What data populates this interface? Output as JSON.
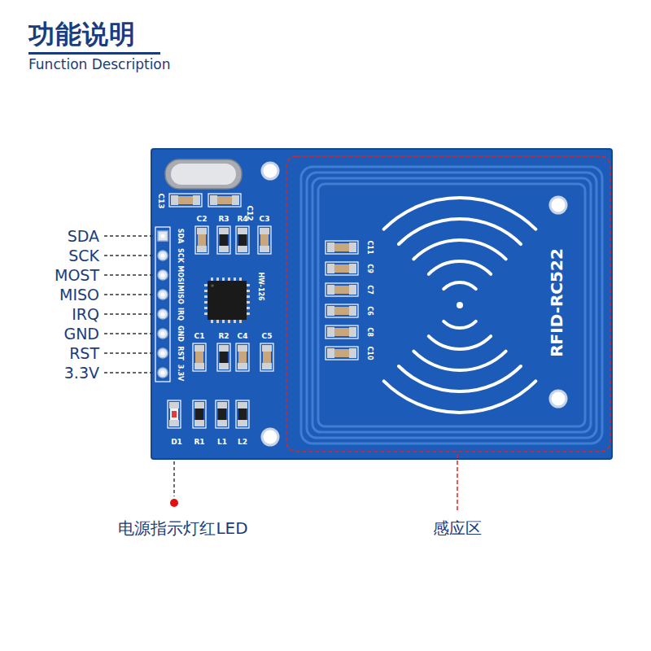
{
  "diagram": {
    "title": "功能说明",
    "labels": [
      "Function Description",
      "SDA",
      "SCK",
      "MOST",
      "MISO",
      "IRQ",
      "GND",
      "RST",
      "3.3V",
      "C13",
      "C12",
      "C2",
      "R3",
      "R4",
      "C3",
      "SDA",
      "SCK",
      "MOSI",
      "MISO",
      "IRQ",
      "GND",
      "RST",
      "3.3V",
      "HW-126",
      "C1",
      "R2",
      "C4",
      "C5",
      "D1",
      "R1",
      "L1",
      "L2",
      "C11",
      "C9",
      "C7",
      "C6",
      "C8",
      "C10",
      "RFID-RC522",
      "电源指示灯红LED",
      "感应区"
    ]
  }
}
